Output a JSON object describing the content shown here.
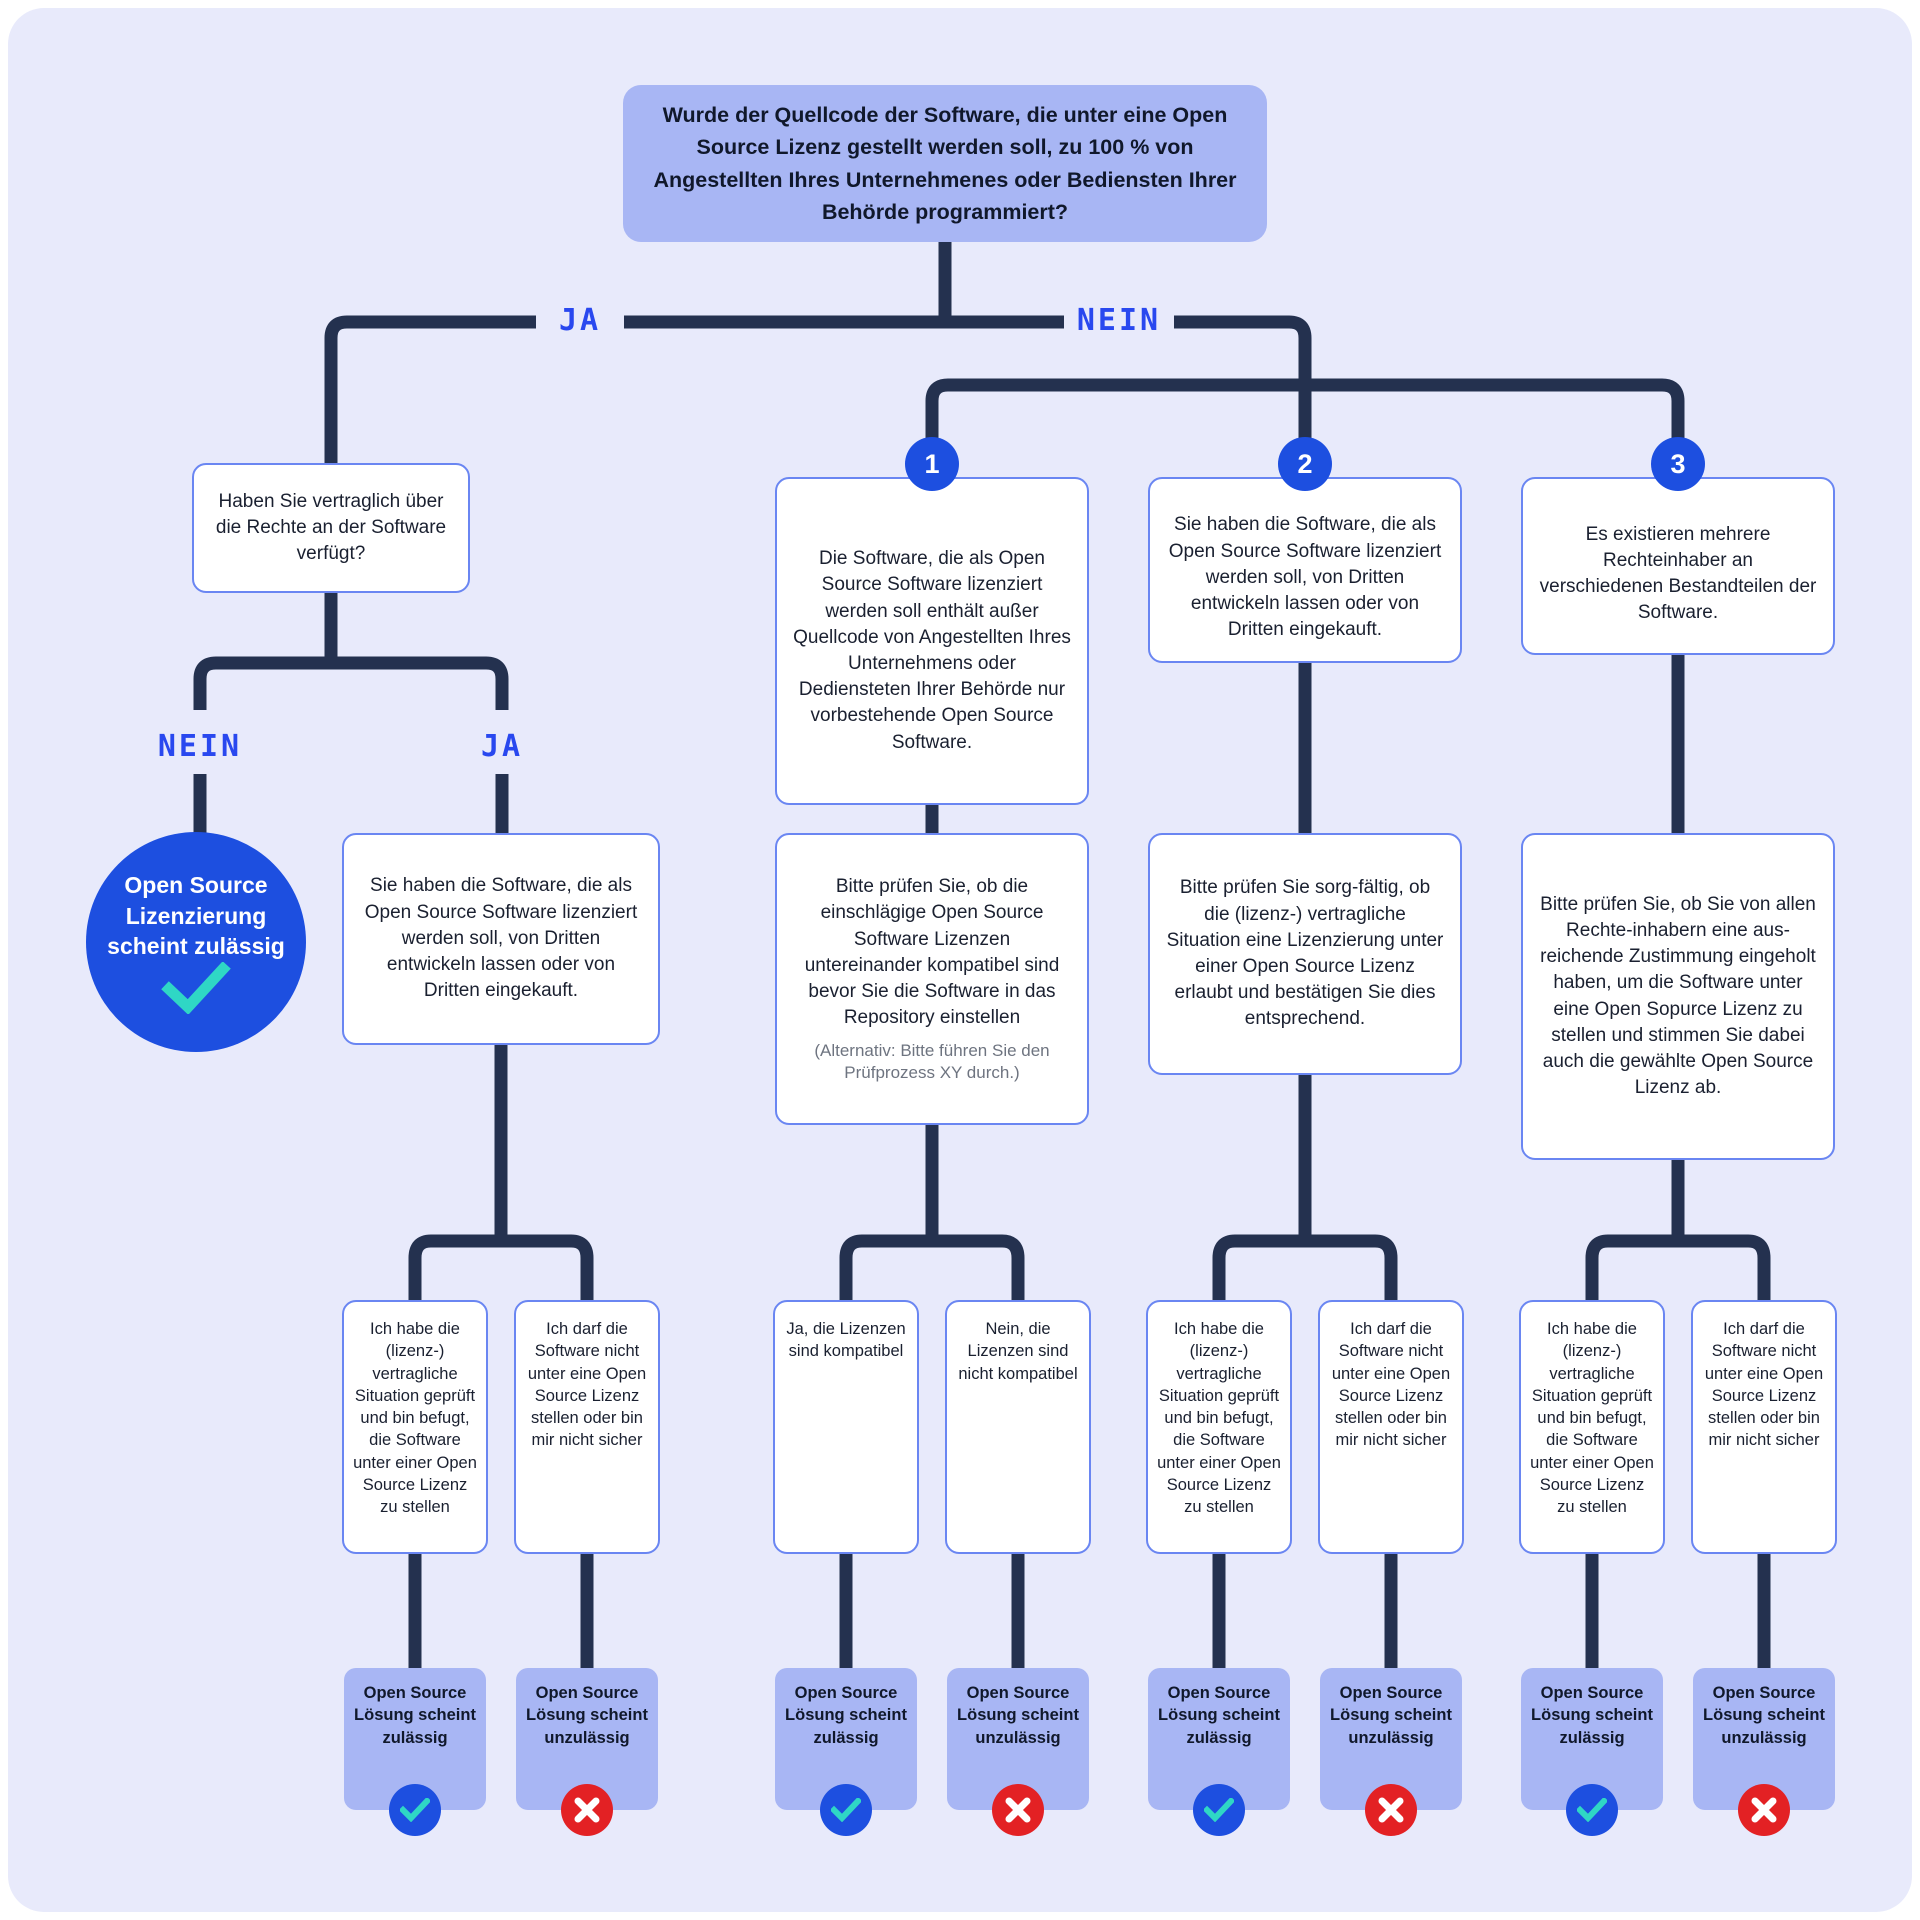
{
  "colors": {
    "background": "#e8eafb",
    "line_navy": "#24314f",
    "accent_blue": "#1d4fe0",
    "label_blue": "#2948ef",
    "check_teal": "#2fd7c5",
    "cross_red": "#e32124",
    "box_periwinkle": "#a8b6f4",
    "box_border_blue": "#6a86f2"
  },
  "root": {
    "question": "Wurde der Quellcode der Software, die unter eine Open Source Lizenz gestellt werden soll, zu 100 % von Angestellten Ihres Unternehmenes oder Bediensten Ihrer Behörde programmiert?"
  },
  "top_branch": {
    "ja": "JA",
    "nein": "NEIN"
  },
  "left_branch": {
    "question": "Haben Sie vertraglich über die Rechte an der Software verfügt?",
    "nein": "NEIN",
    "ja": "JA",
    "outcome": {
      "text": "Open Source Lizenzierung scheint zulässig",
      "icon": "check"
    },
    "info": "Sie haben die Software, die als Open Source Software lizenziert werden soll, von Dritten entwickeln lassen oder von Dritten eingekauft."
  },
  "columns": [
    {
      "number": "1",
      "info": "Die Software, die als Open Source Software lizenziert werden soll enthält außer Quellcode von Angestellten Ihres Unternehmens oder Dediensteten Ihrer Behörde nur vorbestehende Open Source Software.",
      "action": "Bitte prüfen Sie, ob die einschlägige Open Source Software Lizenzen untereinander kompatibel sind bevor Sie die Software in das Repository einstellen",
      "note": "(Alternativ: Bitte führen Sie den Prüfprozess XY durch.)"
    },
    {
      "number": "2",
      "info": "Sie haben die Software, die als Open Source Software lizenziert werden soll, von Dritten entwickeln lassen oder von Dritten eingekauft.",
      "action": "Bitte prüfen Sie sorg-fältig, ob die (lizenz-) vertragliche Situation eine Lizenzierung unter einer Open Source Lizenz erlaubt und bestätigen Sie dies entsprechend."
    },
    {
      "number": "3",
      "info": "Es existieren mehrere Rechteinhaber an verschiedenen Bestandteilen der Software.",
      "action": "Bitte prüfen Sie, ob Sie von allen Rechte-inhabern eine aus-reichende Zustimmung eingeholt haben, um die Software unter eine Open Sopurce Lizenz zu stellen und stimmen Sie dabei auch die gewählte Open Source Lizenz ab."
    }
  ],
  "groups": [
    {
      "options": [
        {
          "text": "Ich habe die (lizenz-) vertragliche Situation geprüft und bin befugt, die Software unter einer Open Source Lizenz zu stellen",
          "outcome": "Open Source Lösung scheint zulässig",
          "icon": "check"
        },
        {
          "text": "Ich darf die Software nicht unter eine Open Source Lizenz stellen oder bin mir nicht sicher",
          "outcome": "Open Source Lösung scheint unzulässig",
          "icon": "cross"
        }
      ]
    },
    {
      "options": [
        {
          "text": "Ja, die Lizenzen sind kompatibel",
          "outcome": "Open Source Lösung scheint zulässig",
          "icon": "check"
        },
        {
          "text": "Nein, die Lizenzen sind nicht kompatibel",
          "outcome": "Open Source Lösung scheint unzulässig",
          "icon": "cross"
        }
      ]
    },
    {
      "options": [
        {
          "text": "Ich habe die (lizenz-) vertragliche Situation geprüft und bin befugt, die Software unter einer Open Source Lizenz zu stellen",
          "outcome": "Open Source Lösung scheint zulässig",
          "icon": "check"
        },
        {
          "text": "Ich darf die Software nicht unter eine Open Source Lizenz stellen oder bin mir nicht sicher",
          "outcome": "Open Source Lösung scheint unzulässig",
          "icon": "cross"
        }
      ]
    },
    {
      "options": [
        {
          "text": "Ich habe die (lizenz-) vertragliche Situation geprüft und bin befugt, die Software unter einer Open Source Lizenz zu stellen",
          "outcome": "Open Source Lösung scheint zulässig",
          "icon": "check"
        },
        {
          "text": "Ich darf die Software nicht unter eine Open Source Lizenz stellen oder bin mir nicht sicher",
          "outcome": "Open Source Lösung scheint unzulässig",
          "icon": "cross"
        }
      ]
    }
  ]
}
